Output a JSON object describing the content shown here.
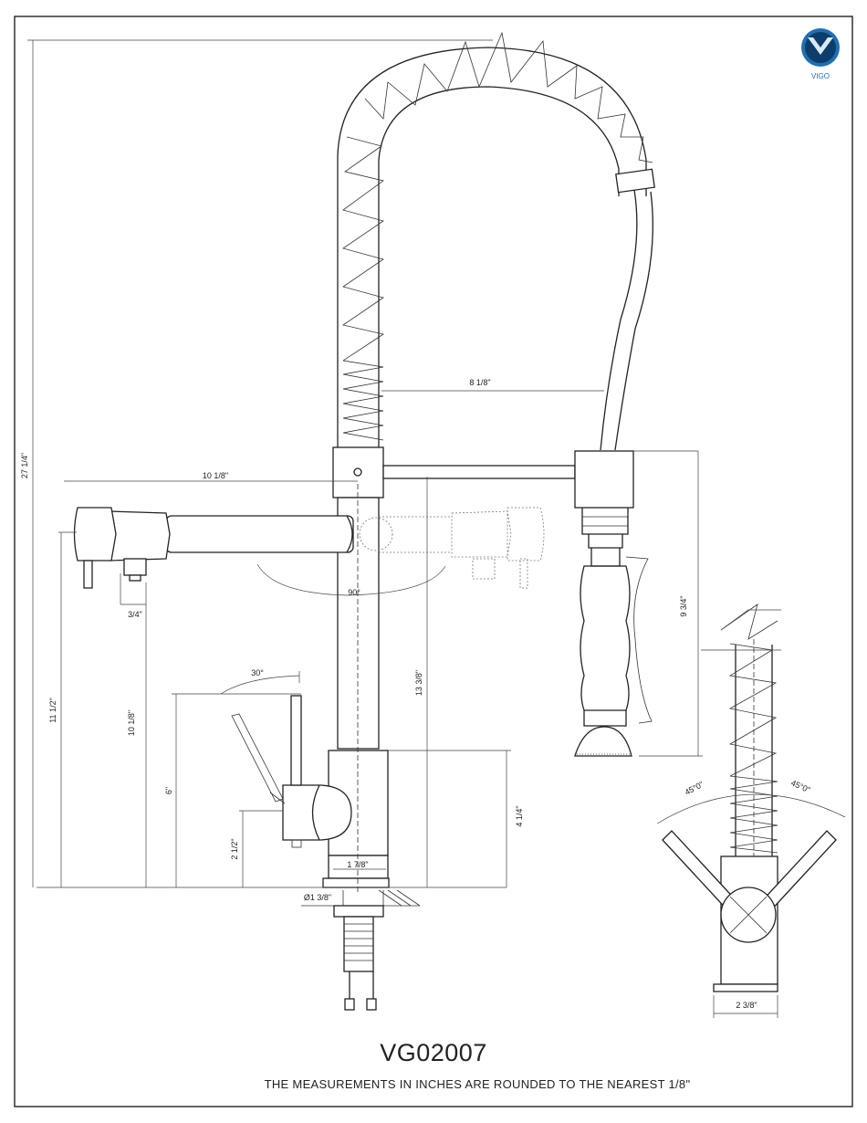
{
  "brand": {
    "name": "VIGO",
    "colors": {
      "primary": "#1f6fb2",
      "dark": "#0d3e6b"
    }
  },
  "model_number": "VG02007",
  "footnote": "THE MEASUREMENTS IN INCHES ARE ROUNDED TO THE NEAREST 1/8\"",
  "dimensions": {
    "overall_height": "27 1/4\"",
    "spout_length": "10 1/8\"",
    "sprayer_reach": "8 1/8\"",
    "handle_offset": "3/4\"",
    "swivel_angle": "90°",
    "handle_angle": "30°",
    "spout_height": "11 1/2\"",
    "spout_outlet_height": "10 1/8\"",
    "handle_height": "6\"",
    "handle_base_height": "2 1/2\"",
    "holder_height": "13 3/8\"",
    "body_height": "4 1/4\"",
    "body_width": "1 7/8\"",
    "base_diameter": "Ø1 3/8\"",
    "sprayer_length": "9 3/4\"",
    "handle_rotation_left": "45°0\"",
    "handle_rotation_right": "45°0\"",
    "side_base_width": "2 3/8\""
  }
}
